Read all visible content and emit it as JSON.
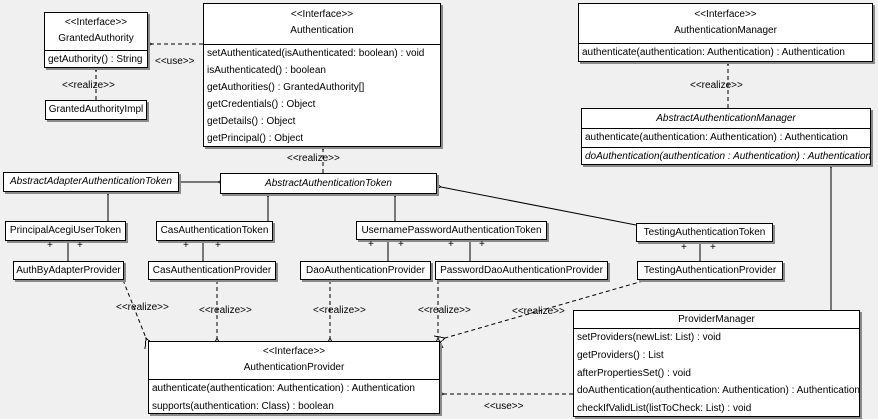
{
  "labels": {
    "use": "&lt;&lt;use&gt;&gt;",
    "realize": "&lt;&lt;realize&gt;&gt;",
    "plus": "+"
  },
  "stereotypes": {
    "interface": "&lt;&lt;Interface&gt;&gt;"
  },
  "colors": {
    "background": "#f0f0f0",
    "box_fill": "#ffffff",
    "line": "#000000",
    "shadow": "#8a8a8a"
  },
  "classes": {
    "granted_authority": {
      "stereotype": "<<Interface>>",
      "name": "GrantedAuthority",
      "methods": [
        "getAuthority() : String"
      ]
    },
    "granted_authority_impl": {
      "name": "GrantedAuthorityImpl"
    },
    "authentication": {
      "stereotype": "<<Interface>>",
      "name": "Authentication",
      "methods": [
        "setAuthenticated(isAuthenticated: boolean) : void",
        "isAuthenticated() : boolean",
        "getAuthorities() : GrantedAuthority[]",
        "getCredentials() : Object",
        "getDetails() : Object",
        "getPrincipal() : Object"
      ]
    },
    "authentication_manager": {
      "stereotype": "<<Interface>>",
      "name": "AuthenticationManager",
      "methods": [
        "authenticate(authentication: Authentication) : Authentication"
      ]
    },
    "abstract_authentication_manager": {
      "name": "AbstractAuthenticationManager",
      "methods": [
        "authenticate(authentication: Authentication) : Authentication",
        "doAuthentication(authentication : Authentication) : Authentication"
      ]
    },
    "abstract_adapter_authentication_token": {
      "name": "AbstractAdapterAuthenticationToken"
    },
    "abstract_authentication_token": {
      "name": "AbstractAuthenticationToken"
    },
    "principal_acegi_user_token": {
      "name": "PrincipalAcegiUserToken"
    },
    "cas_authentication_token": {
      "name": "CasAuthenticationToken"
    },
    "username_password_authentication_token": {
      "name": "UsernamePasswordAuthenticationToken"
    },
    "testing_authentication_token": {
      "name": "TestingAuthenticationToken"
    },
    "auth_by_adapter_provider": {
      "name": "AuthByAdapterProvider"
    },
    "cas_authentication_provider": {
      "name": "CasAuthenticationProvider"
    },
    "dao_authentication_provider": {
      "name": "DaoAuthenticationProvider"
    },
    "password_dao_authentication_provider": {
      "name": "PasswordDaoAuthenticationProvider"
    },
    "testing_authentication_provider": {
      "name": "TestingAuthenticationProvider"
    },
    "authentication_provider": {
      "stereotype": "<<Interface>>",
      "name": "AuthenticationProvider",
      "methods": [
        "authenticate(authentication: Authentication) : Authentication",
        "supports(authentication: Class) : boolean"
      ]
    },
    "provider_manager": {
      "name": "ProviderManager",
      "methods": [
        "setProviders(newList: List) : void",
        "getProviders() : List",
        "afterPropertiesSet() : void",
        "doAuthentication(authentication: Authentication) : Authentication",
        "checkIfValidList(listToCheck: List) : void"
      ]
    }
  }
}
